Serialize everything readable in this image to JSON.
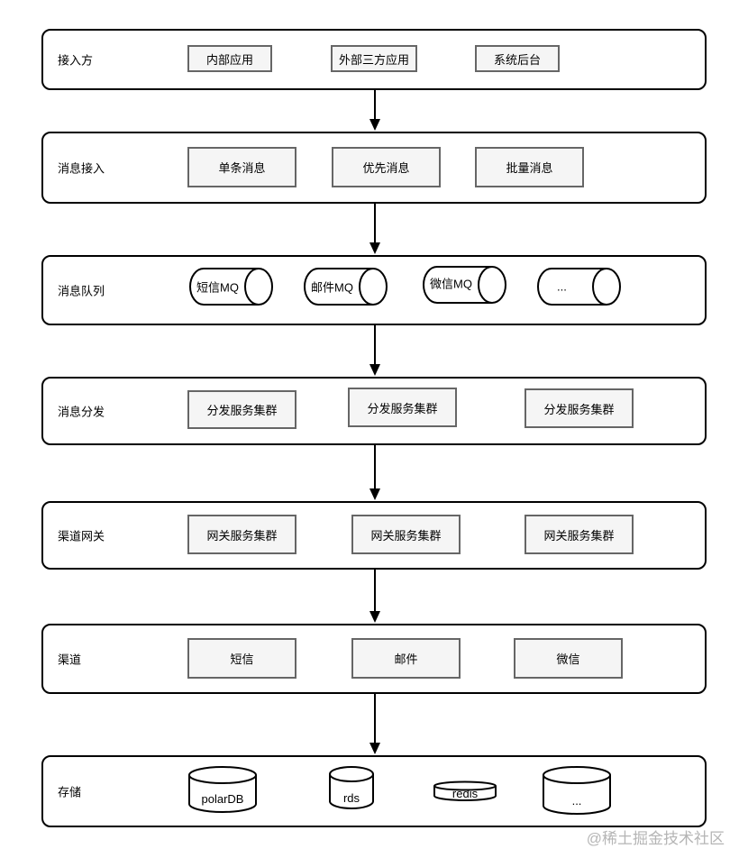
{
  "layers": [
    {
      "label": "接入方",
      "items": [
        "内部应用",
        "外部三方应用",
        "系统后台"
      ]
    },
    {
      "label": "消息接入",
      "items": [
        "单条消息",
        "优先消息",
        "批量消息"
      ]
    },
    {
      "label": "消息队列",
      "items": [
        "短信MQ",
        "邮件MQ",
        "微信MQ",
        "..."
      ]
    },
    {
      "label": "消息分发",
      "items": [
        "分发服务集群",
        "分发服务集群",
        "分发服务集群"
      ]
    },
    {
      "label": "渠道网关",
      "items": [
        "网关服务集群",
        "网关服务集群",
        "网关服务集群"
      ]
    },
    {
      "label": "渠道",
      "items": [
        "短信",
        "邮件",
        "微信"
      ]
    },
    {
      "label": "存储",
      "items": [
        "polarDB",
        "rds",
        "redis",
        "..."
      ]
    }
  ],
  "watermark": "@稀土掘金技术社区"
}
